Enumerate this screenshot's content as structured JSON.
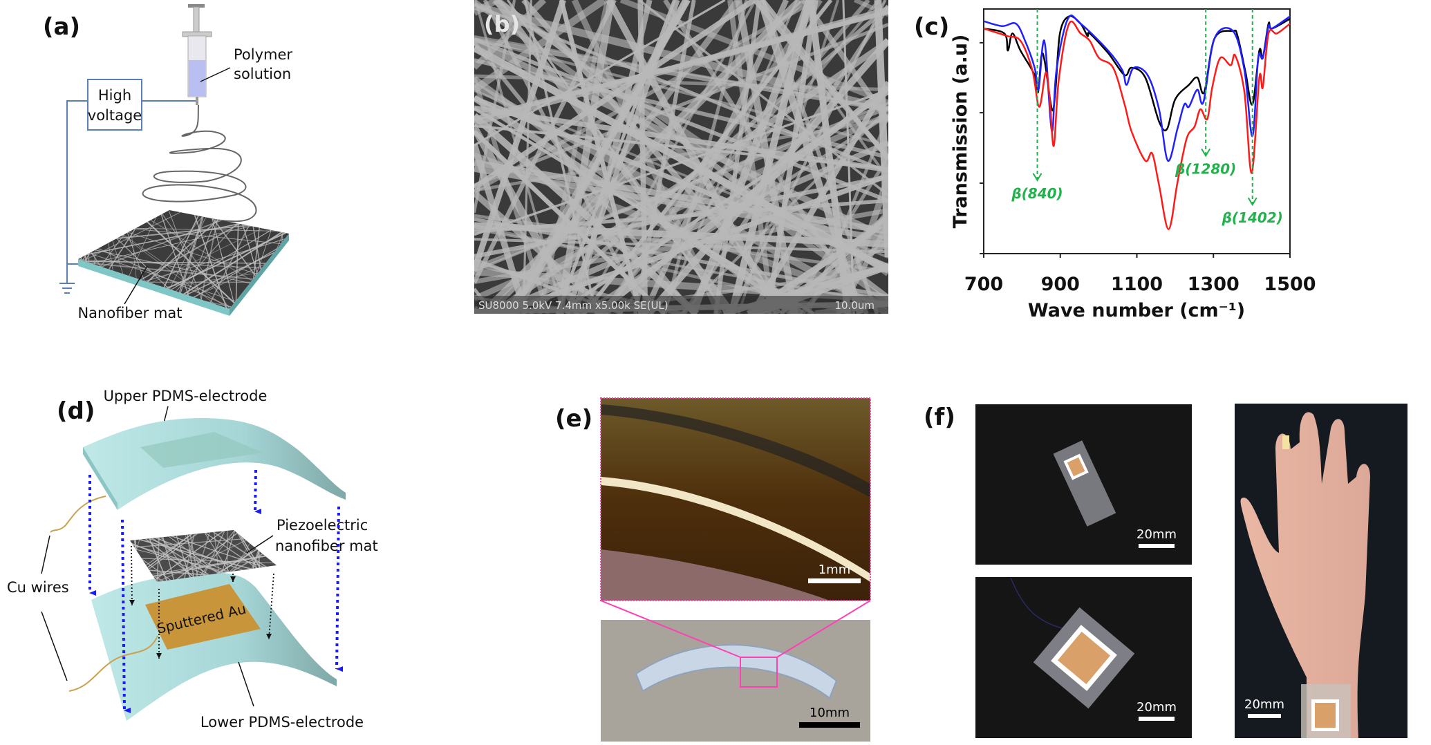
{
  "panels": {
    "a": {
      "label": "(a)",
      "polymer_line1": "Polymer",
      "polymer_line2": "solution",
      "hv_line1": "High",
      "hv_line2": "voltage",
      "mat": "Nanofiber mat"
    },
    "b": {
      "label": "(b)",
      "sem_info": "SU8000 5.0kV 7.4mm x5.00k SE(UL)",
      "scale": "10.0um"
    },
    "c": {
      "label": "(c)"
    },
    "d": {
      "label": "(d)",
      "upper": "Upper PDMS-electrode",
      "piezo_line1": "Piezoelectric",
      "piezo_line2": "nanofiber mat",
      "cu": "Cu wires",
      "au": "Sputtered Au",
      "lower": "Lower PDMS-electrode"
    },
    "e": {
      "label": "(e)",
      "scale_top": "1mm",
      "scale_bottom": "10mm"
    },
    "f": {
      "label": "(f)",
      "scale1": "20mm",
      "scale2": "20mm",
      "scale3": "20mm"
    }
  },
  "colors": {
    "pdms": "#a8dcdc",
    "au": "#c8953a",
    "magenta": "#ff3fb4",
    "wire_blue": "#5a7fb5",
    "annotation_green": "#22b14c"
  },
  "chart_data": {
    "type": "line",
    "xlabel": "Wave number (cm⁻¹)",
    "ylabel": "Transmission (a.u)",
    "xlim": [
      700,
      1500
    ],
    "ylim": [
      0,
      1
    ],
    "xticks": [
      "700",
      "900",
      "1100",
      "1300",
      "1500"
    ],
    "xtick_values": [
      700,
      900,
      1100,
      1300,
      1500
    ],
    "ytick_values": [
      0,
      0.288,
      0.576,
      0.862
    ],
    "grid": false,
    "series": [
      {
        "color": "#000000",
        "x": [
          700,
          754,
          763,
          775,
          796,
          833,
          842,
          851,
          860,
          878,
          887,
          899,
          923,
          953,
          971,
          977,
          1025,
          1068,
          1086,
          1122,
          1158,
          1179,
          1200,
          1236,
          1258,
          1276,
          1303,
          1351,
          1363,
          1384,
          1402,
          1420,
          1429,
          1444,
          1453,
          1500
        ],
        "y": [
          0.92,
          0.9,
          0.83,
          0.9,
          0.83,
          0.73,
          0.66,
          0.81,
          0.78,
          0.59,
          0.66,
          0.9,
          0.97,
          0.94,
          0.89,
          0.9,
          0.82,
          0.73,
          0.76,
          0.72,
          0.54,
          0.51,
          0.63,
          0.69,
          0.72,
          0.66,
          0.88,
          0.91,
          0.89,
          0.74,
          0.61,
          0.83,
          0.8,
          0.94,
          0.92,
          0.96
        ]
      },
      {
        "color": "#1f1fff",
        "x": [
          700,
          748,
          784,
          808,
          833,
          843,
          854,
          862,
          878,
          890,
          920,
          953,
          1025,
          1062,
          1073,
          1092,
          1128,
          1158,
          1181,
          1206,
          1224,
          1236,
          1258,
          1274,
          1303,
          1351,
          1381,
          1402,
          1417,
          1429,
          1444,
          1453,
          1500
        ],
        "y": [
          0.95,
          0.93,
          0.94,
          0.87,
          0.76,
          0.67,
          0.85,
          0.83,
          0.5,
          0.75,
          0.96,
          0.94,
          0.83,
          0.75,
          0.69,
          0.76,
          0.73,
          0.59,
          0.38,
          0.51,
          0.61,
          0.6,
          0.67,
          0.62,
          0.88,
          0.91,
          0.75,
          0.48,
          0.8,
          0.8,
          0.93,
          0.92,
          0.97
        ]
      },
      {
        "color": "#ff1a1a",
        "x": [
          700,
          760,
          796,
          827,
          845,
          862,
          872,
          883,
          896,
          923,
          953,
          977,
          1001,
          1038,
          1068,
          1086,
          1122,
          1140,
          1158,
          1183,
          1206,
          1230,
          1251,
          1266,
          1284,
          1297,
          1318,
          1345,
          1357,
          1381,
          1400,
          1420,
          1429,
          1444,
          1466,
          1500
        ],
        "y": [
          0.92,
          0.89,
          0.87,
          0.75,
          0.6,
          0.74,
          0.64,
          0.44,
          0.71,
          0.94,
          0.9,
          0.87,
          0.8,
          0.76,
          0.61,
          0.5,
          0.38,
          0.41,
          0.28,
          0.1,
          0.29,
          0.47,
          0.52,
          0.59,
          0.55,
          0.68,
          0.8,
          0.77,
          0.81,
          0.66,
          0.33,
          0.72,
          0.68,
          0.9,
          0.9,
          0.94
        ]
      }
    ],
    "annotations": [
      {
        "text": "β(840)",
        "x": 840,
        "arrow_to": 0.3
      },
      {
        "text": "β(1280)",
        "x": 1280,
        "arrow_to": 0.4
      },
      {
        "text": "β(1402)",
        "x": 1402,
        "arrow_to": 0.2
      }
    ]
  }
}
